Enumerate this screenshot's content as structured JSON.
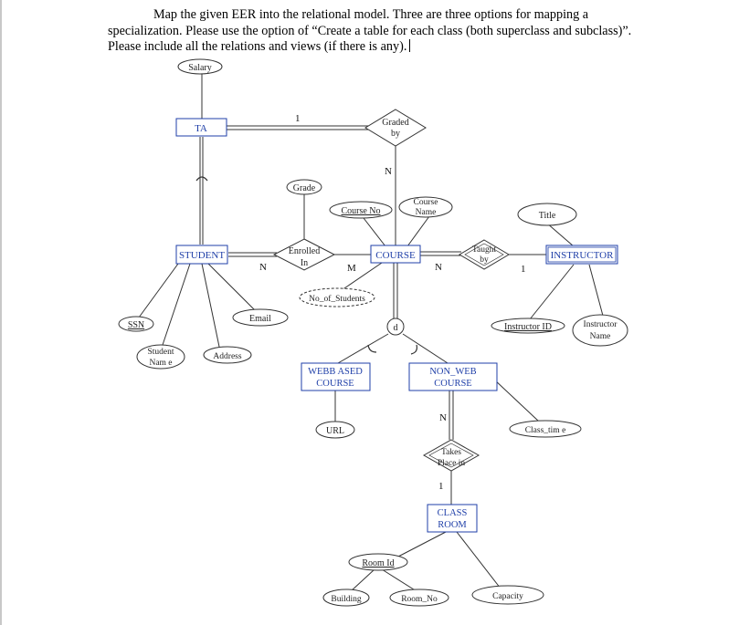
{
  "instructions": "Map the given EER into the relational model. Three are three options for mapping a specialization. Please use the option of “Create a table for each class (both superclass and subclass)”.  Please include all the relations and views (if there is any).",
  "entities": {
    "ta": "TA",
    "student": "STUDENT",
    "course": "COURSE",
    "instructor": "INSTRUCTOR",
    "webbased_line1": "WEBB ASED",
    "webbased_line2": "COURSE",
    "nonweb_line1": "NON_WEB",
    "nonweb_line2": "COURSE",
    "classroom_line1": "CLASS",
    "classroom_line2": "ROOM"
  },
  "relationships": {
    "graded_line1": "Graded",
    "graded_line2": "by",
    "enrolled_line1": "Enrolled",
    "enrolled_line2": "In",
    "taught_line1": "Taught",
    "taught_line2": "by",
    "takes_line1": "Takes",
    "takes_line2": "Place in"
  },
  "attributes": {
    "salary": "Salary",
    "grade": "Grade",
    "course_no": "Course No",
    "course_name_line1": "Course",
    "course_name_line2": "Name",
    "title": "Title",
    "no_of_students": "No_of_Students",
    "ssn": "SSN",
    "email": "Email",
    "student_name_line1": "Student",
    "student_name_line2": "Nam e",
    "address": "Address",
    "instructor_id": "Instructor ID",
    "instructor_name_line1": "Instructor",
    "instructor_name_line2": "Name",
    "url": "URL",
    "class_time": "Class_tim e",
    "room_id": "Room Id",
    "building": "Building",
    "room_no": "Room_No",
    "capacity": "Capacity"
  },
  "specialization": {
    "disjoint_symbol": "d"
  },
  "cardinalities": {
    "ta_graded": "1",
    "graded_course": "N",
    "student_enrolled": "N",
    "enrolled_course": "M",
    "course_taught": "N",
    "taught_instructor": "1",
    "nonweb_takes": "N",
    "takes_classroom": "1"
  }
}
